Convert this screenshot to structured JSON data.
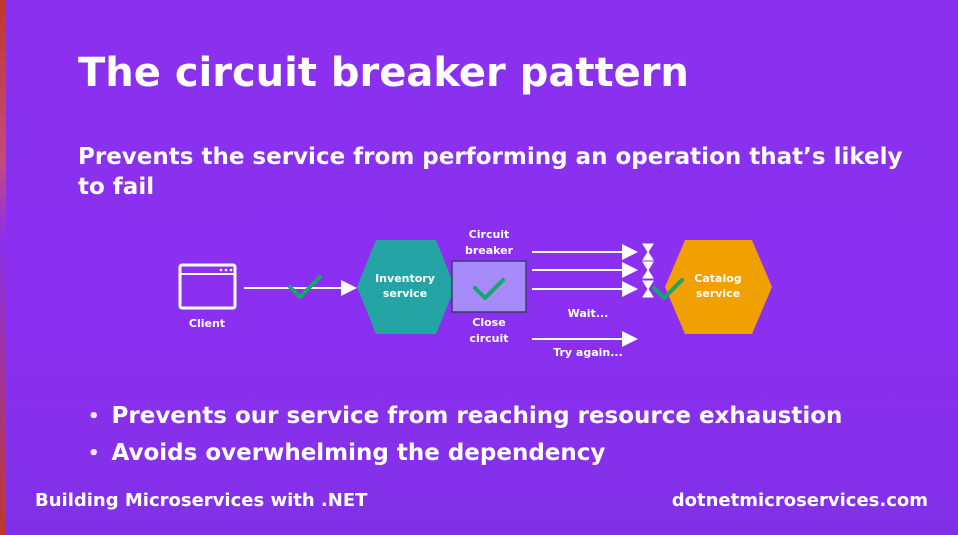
{
  "slide": {
    "title": "The circuit breaker pattern",
    "subtitle": "Prevents the service from performing an operation that’s likely to fail",
    "bullets": [
      "Prevents our service from reaching resource exhaustion",
      "Avoids overwhelming the dependency"
    ],
    "footer_left": "Building Microservices with .NET",
    "footer_right": "dotnetmicroservices.com"
  },
  "diagram": {
    "client_label": "Client",
    "inventory_label_line1": "Inventory",
    "inventory_label_line2": "service",
    "breaker_label_line1": "Circuit",
    "breaker_label_line2": "breaker",
    "close_label_line1": "Close",
    "close_label_line2": "circuit",
    "catalog_label_line1": "Catalog",
    "catalog_label_line2": "service",
    "wait_label": "Wait...",
    "retry_label": "Try again...",
    "icons": [
      "window-icon",
      "checkmark-icon",
      "hourglass-icon",
      "arrow-icon"
    ],
    "colors": {
      "background": "#8a30ee",
      "inventory_hex": "#25a4a6",
      "breaker_box": "#a78bfa",
      "catalog_hex": "#f0a000",
      "check": "#11a86a"
    }
  }
}
